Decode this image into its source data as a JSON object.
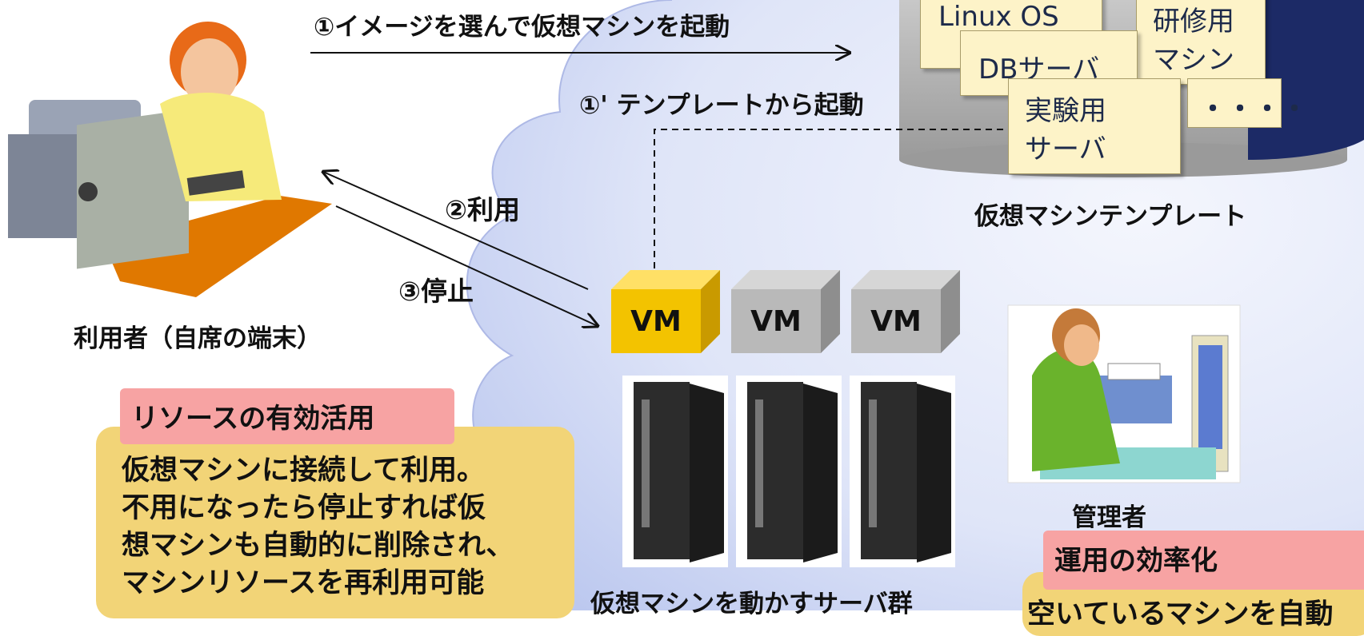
{
  "flow": {
    "step1": "①イメージを選んで仮想マシンを起動",
    "step1b": "①' テンプレートから起動",
    "step2": "②利用",
    "step3": "③停止"
  },
  "user": {
    "label": "利用者（自席の端末）"
  },
  "templates": {
    "label": "仮想マシンテンプレート",
    "items": {
      "linux": "Linux OS",
      "db": "DBサーバ",
      "training_l1": "研修用",
      "training_l2": "マシン",
      "experiment_l1": "実験用",
      "experiment_l2": "サーバ",
      "more": "・・・・"
    }
  },
  "vms": {
    "labels": [
      "VM",
      "VM",
      "VM"
    ]
  },
  "servers": {
    "label": "仮想マシンを動かすサーバ群"
  },
  "admin": {
    "label": "管理者"
  },
  "resource_note": {
    "title": "リソースの有効活用",
    "lines": [
      "仮想マシンに接続して利用。",
      "不用になったら停止すれば仮",
      "想マシンも自動的に削除され、",
      "マシンリソースを再利用可能"
    ]
  },
  "ops_note": {
    "title": "運用の効率化",
    "partial_line": "空いているマシンを自動"
  },
  "colors": {
    "cloud": "#c9d3f3",
    "active_vm": "#f3c300",
    "idle_vm": "#b9b9b9",
    "note_title_bg": "#f7a3a3",
    "note_body_bg": "#f2d477",
    "navy": "#1c2a66"
  }
}
